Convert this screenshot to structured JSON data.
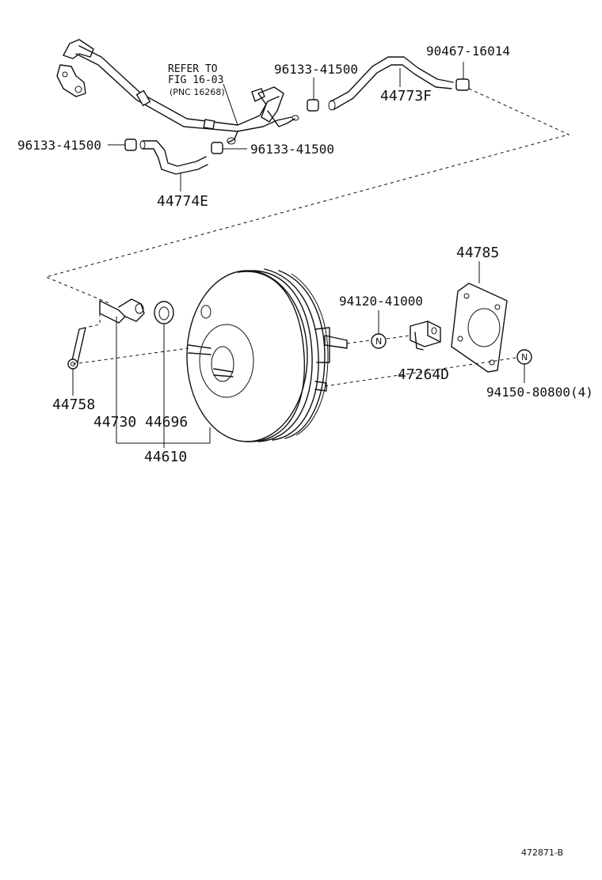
{
  "callouts": {
    "refer_line1": "REFER TO",
    "refer_line2": "FIG 16-03",
    "refer_line3": "(PNC 16268)",
    "clip_top_center": "96133-41500",
    "clip_top_right": "90467-16014",
    "hose_top_right": "44773F",
    "clip_left": "96133-41500",
    "clip_mid": "96133-41500",
    "hose_left": "44774E",
    "gasket": "44785",
    "nut_rod": "94120-41000",
    "clevis": "47264D",
    "nut_mount": "94150-80800(4)",
    "bracket": "44758",
    "check_valve": "44730",
    "grommet": "44696",
    "booster_assy": "44610",
    "nut_symbol": "N",
    "figure_id": "472871-B"
  }
}
